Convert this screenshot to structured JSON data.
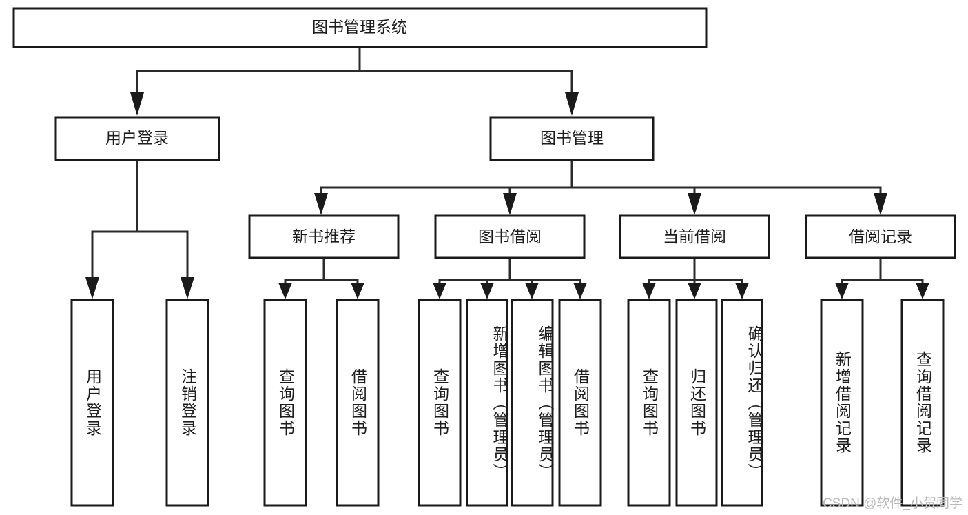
{
  "diagram": {
    "title": "图书管理系统",
    "type": "tree",
    "watermark": "CSDN @软件_小贺同学",
    "colors": {
      "box_stroke": "#1a1a1a",
      "box_fill": "#ffffff",
      "connector": "#2b2b2b",
      "text": "#1d1d1d",
      "watermark": "#b9b9b9",
      "background": "#ffffff"
    },
    "nodes": {
      "root": {
        "label": "图书管理系统"
      },
      "level2": [
        {
          "id": "user-login",
          "label": "用户登录"
        },
        {
          "id": "book-manage",
          "label": "图书管理"
        }
      ],
      "level3": [
        {
          "id": "new-book-recommend",
          "label": "新书推荐"
        },
        {
          "id": "book-borrow",
          "label": "图书借阅"
        },
        {
          "id": "current-borrow",
          "label": "当前借阅"
        },
        {
          "id": "borrow-record",
          "label": "借阅记录"
        }
      ],
      "leaves": {
        "user-login": [
          {
            "id": "leaf-user-login",
            "label": "用户登录"
          },
          {
            "id": "leaf-logout-login",
            "label": "注销登录"
          }
        ],
        "new-book-recommend": [
          {
            "id": "leaf-query-book-1",
            "label": "查询图书"
          },
          {
            "id": "leaf-borrow-book-1",
            "label": "借阅图书"
          }
        ],
        "book-borrow": [
          {
            "id": "leaf-query-book-2",
            "label": "查询图书"
          },
          {
            "id": "leaf-add-book",
            "label": "新增图书（管理员）"
          },
          {
            "id": "leaf-edit-book",
            "label": "编辑图书（管理员）"
          },
          {
            "id": "leaf-borrow-book-2",
            "label": "借阅图书"
          }
        ],
        "current-borrow": [
          {
            "id": "leaf-query-book-3",
            "label": "查询图书"
          },
          {
            "id": "leaf-return-book",
            "label": "归还图书"
          },
          {
            "id": "leaf-confirm-return",
            "label": "确认归还（管理员）"
          }
        ],
        "borrow-record": [
          {
            "id": "leaf-add-record",
            "label": "新增借阅记录"
          },
          {
            "id": "leaf-query-record",
            "label": "查询借阅记录"
          }
        ]
      }
    }
  }
}
